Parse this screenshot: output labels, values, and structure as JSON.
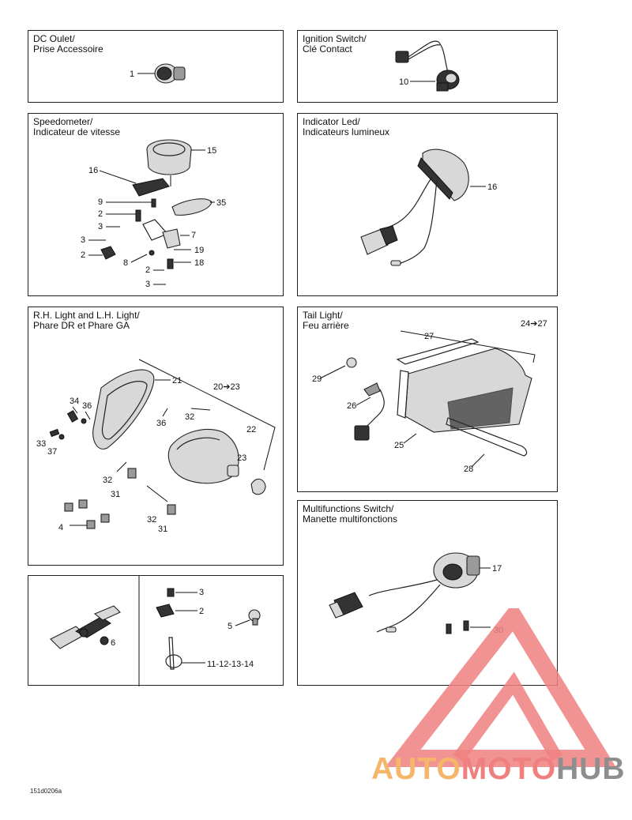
{
  "panels": {
    "dc_outlet": {
      "title_line1": "DC Oulet/",
      "title_line2": "Prise Accessoire",
      "labels": [
        "1"
      ]
    },
    "ignition": {
      "title_line1": "Ignition Switch/",
      "title_line2": "Clé Contact",
      "labels": [
        "10"
      ]
    },
    "speedometer": {
      "title_line1": "Speedometer/",
      "title_line2": "Indicateur de vitesse",
      "labels": [
        "15",
        "16",
        "9",
        "2",
        "3",
        "35",
        "7",
        "3",
        "2",
        "8",
        "19",
        "18",
        "2",
        "3"
      ]
    },
    "indicator_led": {
      "title_line1": "Indicator Led/",
      "title_line2": "Indicateurs lumineux",
      "labels": [
        "16"
      ]
    },
    "headlights": {
      "title_line1": "R.H. Light and L.H. Light/",
      "title_line2": "Phare DR et Phare GA",
      "labels": [
        "21",
        "20➔23",
        "34",
        "36",
        "36",
        "32",
        "22",
        "33",
        "37",
        "23",
        "32",
        "31",
        "32",
        "31",
        "4"
      ]
    },
    "tail_light": {
      "title_line1": "Tail Light/",
      "title_line2": "Feu arrière",
      "labels": [
        "27",
        "24➔27",
        "29",
        "26",
        "25",
        "28"
      ]
    },
    "misc": {
      "labels": [
        "3",
        "2",
        "5",
        "6",
        "11-12-13-14"
      ]
    },
    "multifunction": {
      "title_line1": "Multifunctions Switch/",
      "title_line2": "Manette multifonctions",
      "labels": [
        "17",
        "30"
      ]
    }
  },
  "watermark": {
    "part1": "AUTO",
    "part2": "MOTO",
    "part3": "HUB",
    "color_red": "#f08080",
    "color_orange": "#f5b66a",
    "color_gray": "#8e8e8e"
  },
  "footer_code": "151d0206a"
}
